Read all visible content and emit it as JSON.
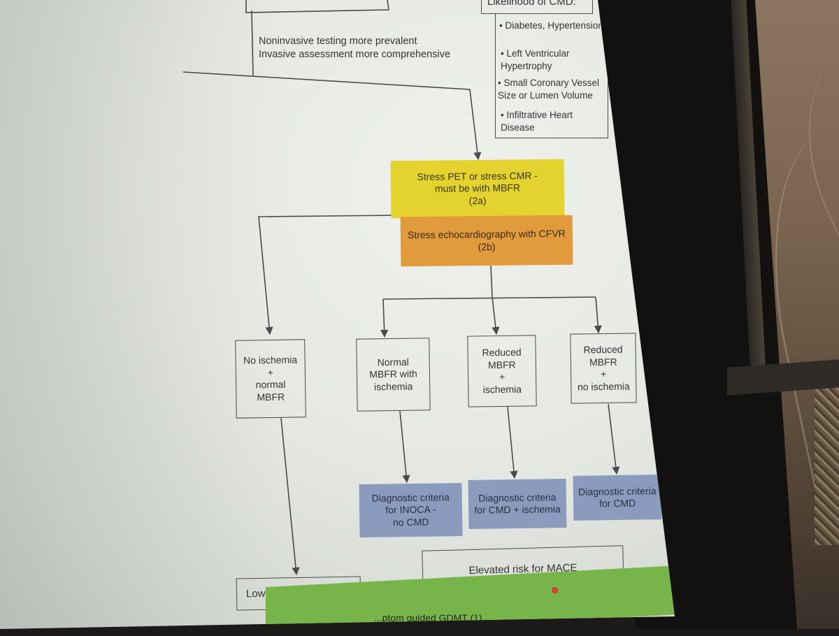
{
  "header": {
    "risk_title": "Likelihood of CMD:",
    "risk_items": [
      "Diabetes, Hypertension",
      "Left Ventricular Hypertrophy",
      "Small Coronary Vessel Size or Lumen Volume",
      "Infiltrative Heart Disease"
    ],
    "note_line1": "Noninvasive testing more prevalent",
    "note_line2": "Invasive assessment more comprehensive"
  },
  "tests": {
    "pet_line1": "Stress PET or stress CMR -",
    "pet_line2": "must be with MBFR",
    "pet_code": "(2a)",
    "echo_line1": "Stress echocardiography with CFVR",
    "echo_code": "(2b)"
  },
  "results": [
    {
      "lines": [
        "No ischemia",
        "+",
        "normal",
        "MBFR"
      ]
    },
    {
      "lines": [
        "Normal",
        "MBFR with",
        "ischemia"
      ]
    },
    {
      "lines": [
        "Reduced",
        "MBFR",
        "+",
        "ischemia"
      ]
    },
    {
      "lines": [
        "Reduced",
        "MBFR",
        "+",
        "no ischemia"
      ]
    }
  ],
  "diagnoses": [
    {
      "lines": [
        "Diagnostic criteria",
        "for INOCA -",
        "no CMD"
      ]
    },
    {
      "lines": [
        "Diagnostic criteria",
        "for CMD + ischemia"
      ]
    },
    {
      "lines": [
        "Diagnostic criteria",
        "for CMD"
      ]
    }
  ],
  "outcomes": {
    "low_risk": "Low risk for CV events",
    "elevated_risk": "Elevated risk for MACE"
  },
  "footer": {
    "partial_text": "...ptom guided GDMT (1)"
  },
  "colors": {
    "yellow": "#e4d22e",
    "orange": "#e19a3c",
    "blue": "#8a9bbd",
    "green": "#77b54a"
  }
}
